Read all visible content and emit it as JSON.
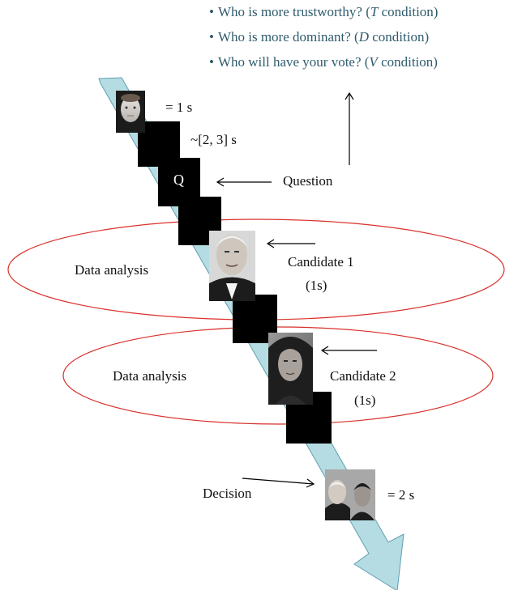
{
  "questions": [
    {
      "prefix": "Who is more trustworthy? (",
      "letter": "T",
      "suffix": " condition)"
    },
    {
      "prefix": "Who is more dominant? (",
      "letter": "D",
      "suffix": " condition)"
    },
    {
      "prefix": "Who will have your vote? (",
      "letter": "V",
      "suffix": " condition)"
    }
  ],
  "bullet": "•",
  "labels": {
    "fixation_time": "= 1 s",
    "blank_time": "~[2, 3] s",
    "q_letter": "Q",
    "question": "Question",
    "data_analysis_1": "Data analysis",
    "data_analysis_2": "Data analysis",
    "candidate1": "Candidate 1",
    "candidate1_time": "(1s)",
    "candidate2": "Candidate 2",
    "candidate2_time": "(1s)",
    "decision": "Decision",
    "decision_time": "= 2 s"
  },
  "colors": {
    "arrow_fill": "#b5dce3",
    "arrow_stroke": "#5f9fb0",
    "ellipse": "#d9302a",
    "question_text": "#2f5b6c"
  }
}
